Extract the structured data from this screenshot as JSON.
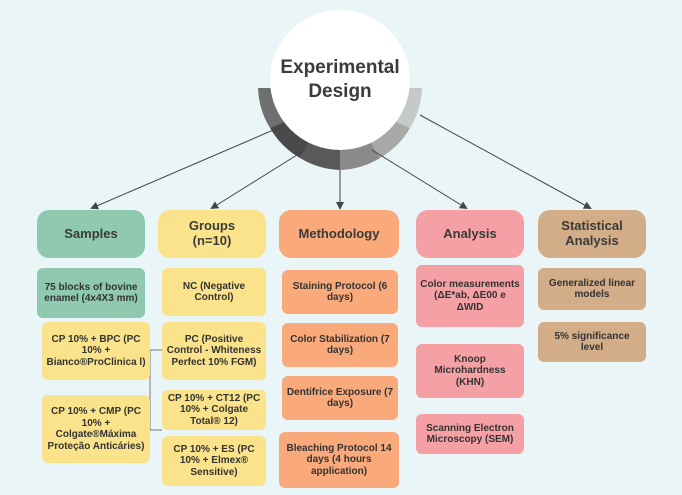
{
  "title": "Experimental\nDesign",
  "colors": {
    "samples": "#8ec9b0",
    "groups": "#fae38a",
    "methodology": "#f9a97a",
    "analysis": "#f4a0a5",
    "statistical": "#d2ad87",
    "background": "#e9f5f6"
  },
  "columns": {
    "samples": {
      "header": "Samples",
      "items": [
        "75 blocks of bovine enamel (4x4X3 mm)"
      ]
    },
    "groups": {
      "header": "Groups\n(n=10)",
      "items": [
        "NC (Negative Control)",
        "PC (Positive Control - Whiteness Perfect 10% FGM)",
        "CP 10% + CT12 (PC 10% + Colgate Total® 12)",
        "CP 10% + ES (PC 10% + Elmex® Sensitive)",
        "CP 10% + BPC (PC 10% + Bianco®ProClinica l)",
        "CP 10% + CMP (PC 10% + Colgate®Máxima Proteção Anticáries)"
      ]
    },
    "methodology": {
      "header": "Methodology",
      "items": [
        "Staining Protocol (6 days)",
        "Color Stabilization (7 days)",
        "Dentifrice Exposure (7 days)",
        "Bleaching Protocol 14 days (4 hours application)"
      ]
    },
    "analysis": {
      "header": "Analysis",
      "items": [
        "Color measurements (ΔE*ab, ΔE00 e ΔWID",
        "Knoop Microhardness (KHN)",
        "Scanning Electron Microscopy (SEM)"
      ]
    },
    "statistical": {
      "header": "Statistical\nAnalysis",
      "items": [
        "Generalized linear models",
        "5% significance level"
      ]
    }
  }
}
